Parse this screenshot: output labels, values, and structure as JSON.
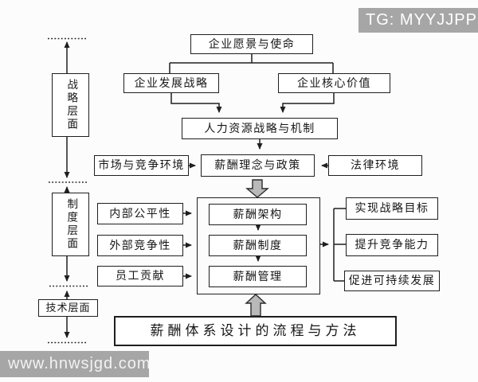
{
  "badge": {
    "text": "TG: MYYJJPP"
  },
  "watermark": {
    "text": "www.hnwsjgd.com"
  },
  "levels": {
    "strategy": "战略层面",
    "institution": "制度层面",
    "technique": "技术层面"
  },
  "nodes": {
    "vision": "企业愿景与使命",
    "development_strategy": "企业发展战略",
    "core_values": "企业核心价值",
    "hr_strategy": "人力资源战略与机制",
    "market_environment": "市场与竞争环境",
    "pay_philosophy": "薪酬理念与政策",
    "legal_environment": "法律环境",
    "internal_fairness": "内部公平性",
    "external_competitiveness": "外部竞争性",
    "employee_contribution": "员工贡献",
    "pay_architecture": "薪酬架构",
    "pay_system": "薪酬制度",
    "pay_management": "薪酬管理",
    "achieve_strategic_goals": "实现战略目标",
    "enhance_competitiveness": "提升竞争能力",
    "promote_sustainability": "促进可持续发展",
    "process_and_methods": "薪酬体系设计的流程与方法"
  },
  "colors": {
    "line": "#1f1f1f",
    "box_border": "#1f1f1f",
    "badge_bg": "#a6a6a6",
    "badge_text": "#ffffff",
    "thick_arrow_fill": "#b9b9b9",
    "background": "#fcfcfc"
  }
}
